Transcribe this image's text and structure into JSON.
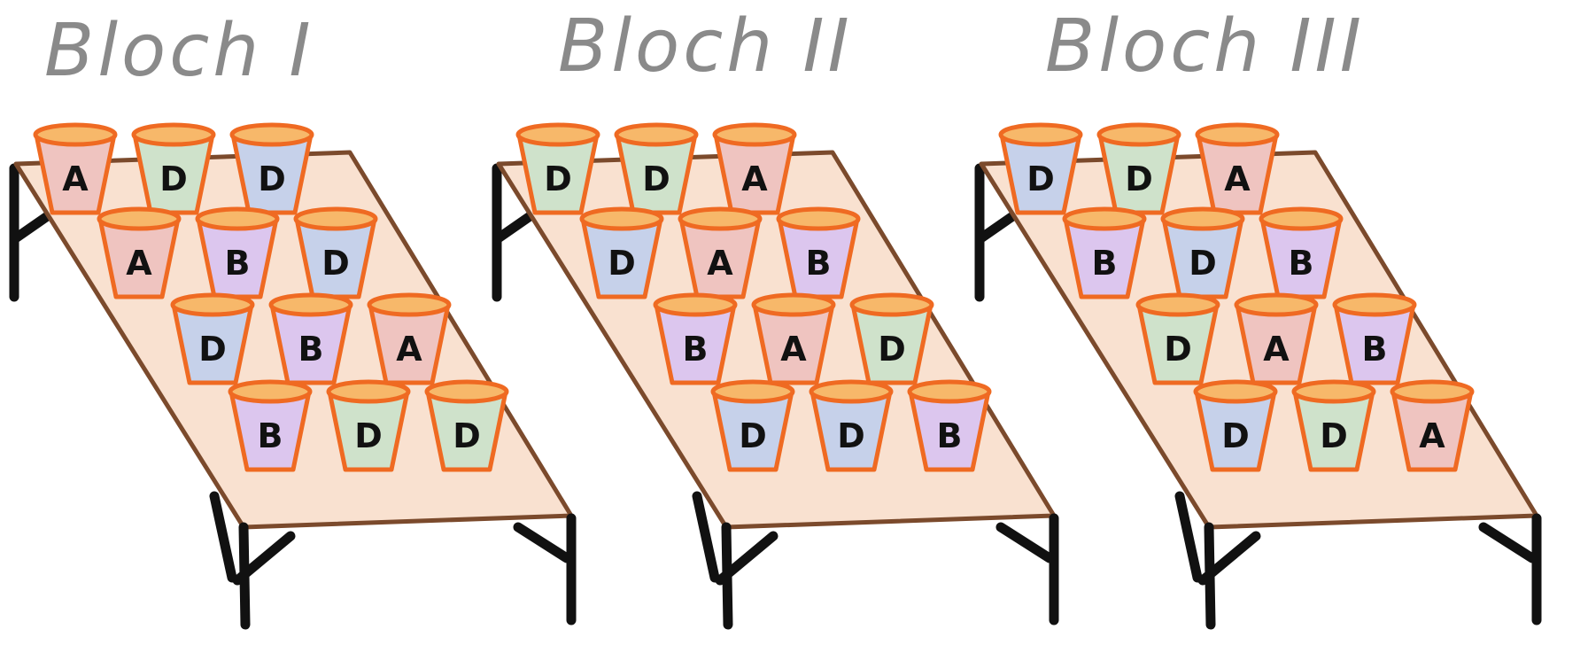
{
  "colors": {
    "tabletop": "#f9e1d0",
    "table_edge": "#7b4a2c",
    "legs": "#111111",
    "pot_rim": "#ef6a22",
    "pot_rim_inner": "#f7b86a",
    "title": "#8a8a8a",
    "treatment_A": "#efc4c0",
    "treatment_B": "#dcc6ee",
    "treatment_D_blue": "#c6d1ea",
    "treatment_D_green": "#cfe2cb"
  },
  "blocks": [
    {
      "title": "Bloch I",
      "rows": [
        [
          {
            "label": "A",
            "tint": "A"
          },
          {
            "label": "D",
            "tint": "green"
          },
          {
            "label": "D",
            "tint": "blue"
          }
        ],
        [
          {
            "label": "A",
            "tint": "A"
          },
          {
            "label": "B",
            "tint": "B"
          },
          {
            "label": "D",
            "tint": "blue"
          }
        ],
        [
          {
            "label": "D",
            "tint": "blue"
          },
          {
            "label": "B",
            "tint": "B"
          },
          {
            "label": "A",
            "tint": "A"
          }
        ],
        [
          {
            "label": "B",
            "tint": "B"
          },
          {
            "label": "D",
            "tint": "green"
          },
          {
            "label": "D",
            "tint": "green"
          }
        ]
      ]
    },
    {
      "title": "Bloch II",
      "rows": [
        [
          {
            "label": "D",
            "tint": "green"
          },
          {
            "label": "D",
            "tint": "green"
          },
          {
            "label": "A",
            "tint": "A"
          }
        ],
        [
          {
            "label": "D",
            "tint": "blue"
          },
          {
            "label": "A",
            "tint": "A"
          },
          {
            "label": "B",
            "tint": "B"
          }
        ],
        [
          {
            "label": "B",
            "tint": "B"
          },
          {
            "label": "A",
            "tint": "A"
          },
          {
            "label": "D",
            "tint": "green"
          }
        ],
        [
          {
            "label": "D",
            "tint": "blue"
          },
          {
            "label": "D",
            "tint": "blue"
          },
          {
            "label": "B",
            "tint": "B"
          }
        ]
      ]
    },
    {
      "title": "Bloch III",
      "rows": [
        [
          {
            "label": "D",
            "tint": "blue"
          },
          {
            "label": "D",
            "tint": "green"
          },
          {
            "label": "A",
            "tint": "A"
          }
        ],
        [
          {
            "label": "B",
            "tint": "B"
          },
          {
            "label": "D",
            "tint": "blue"
          },
          {
            "label": "B",
            "tint": "B"
          }
        ],
        [
          {
            "label": "D",
            "tint": "green"
          },
          {
            "label": "A",
            "tint": "A"
          },
          {
            "label": "B",
            "tint": "B"
          }
        ],
        [
          {
            "label": "D",
            "tint": "blue"
          },
          {
            "label": "D",
            "tint": "green"
          },
          {
            "label": "A",
            "tint": "A"
          }
        ]
      ]
    }
  ]
}
